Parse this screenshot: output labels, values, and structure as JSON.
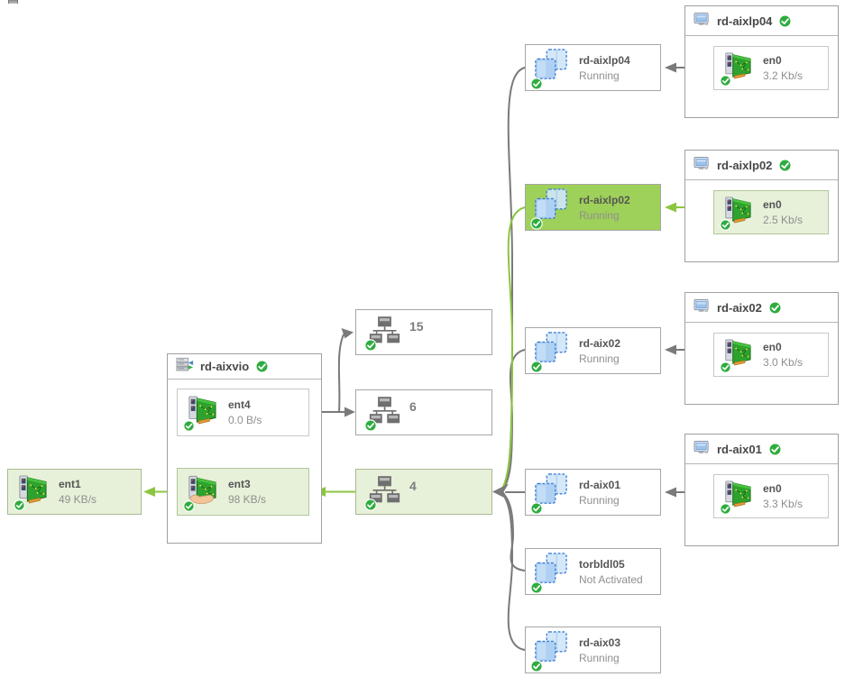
{
  "diagram": {
    "left_adapter": {
      "name": "ent1",
      "rate": "49 KB/s"
    },
    "vio": {
      "title": "rd-aixvio",
      "adapters": [
        {
          "name": "ent4",
          "rate": "0.0 B/s"
        },
        {
          "name": "ent3",
          "rate": "98 KB/s"
        }
      ]
    },
    "switches": [
      {
        "label": "15"
      },
      {
        "label": "6"
      },
      {
        "label": "4"
      }
    ],
    "vms": [
      {
        "name": "rd-aixlp04",
        "status": "Running"
      },
      {
        "name": "rd-aixlp02",
        "status": "Running"
      },
      {
        "name": "rd-aix02",
        "status": "Running"
      },
      {
        "name": "rd-aix01",
        "status": "Running"
      },
      {
        "name": "torbldl05",
        "status": "Not Activated"
      },
      {
        "name": "rd-aix03",
        "status": "Running"
      }
    ],
    "hosts": [
      {
        "title": "rd-aixlp04",
        "adapter_name": "en0",
        "adapter_rate": "3.2 Kb/s"
      },
      {
        "title": "rd-aixlp02",
        "adapter_name": "en0",
        "adapter_rate": "2.5 Kb/s"
      },
      {
        "title": "rd-aix02",
        "adapter_name": "en0",
        "adapter_rate": "3.0 Kb/s"
      },
      {
        "title": "rd-aix01",
        "adapter_name": "en0",
        "adapter_rate": "3.3 Kb/s"
      }
    ],
    "edges": [
      {
        "from": "en0@rd-aixlp04",
        "to": "rd-aixlp04",
        "color": "gray"
      },
      {
        "from": "en0@rd-aixlp02",
        "to": "rd-aixlp02",
        "color": "green"
      },
      {
        "from": "en0@rd-aix02",
        "to": "rd-aix02",
        "color": "gray"
      },
      {
        "from": "en0@rd-aix01",
        "to": "rd-aix01",
        "color": "gray"
      },
      {
        "from": "rd-aixlp04",
        "to": "switch-4",
        "color": "gray"
      },
      {
        "from": "rd-aixlp02",
        "to": "switch-4",
        "color": "green"
      },
      {
        "from": "rd-aix02",
        "to": "switch-4",
        "color": "gray"
      },
      {
        "from": "rd-aix01",
        "to": "switch-4",
        "color": "gray"
      },
      {
        "from": "torbldl05",
        "to": "switch-4",
        "color": "gray"
      },
      {
        "from": "rd-aix03",
        "to": "switch-4",
        "color": "gray"
      },
      {
        "from": "ent4",
        "to": "switch-15",
        "color": "gray"
      },
      {
        "from": "ent4",
        "to": "switch-6",
        "color": "gray"
      },
      {
        "from": "switch-4",
        "to": "ent3",
        "color": "green"
      },
      {
        "from": "ent3",
        "to": "ent1",
        "color": "green"
      }
    ],
    "colors": {
      "highlight_strong": "#9ed159",
      "highlight_soft": "#e7f1d9",
      "line_gray": "#7a7a7a",
      "line_green": "#8cc63f",
      "status_ok": "#2fac3f"
    }
  }
}
